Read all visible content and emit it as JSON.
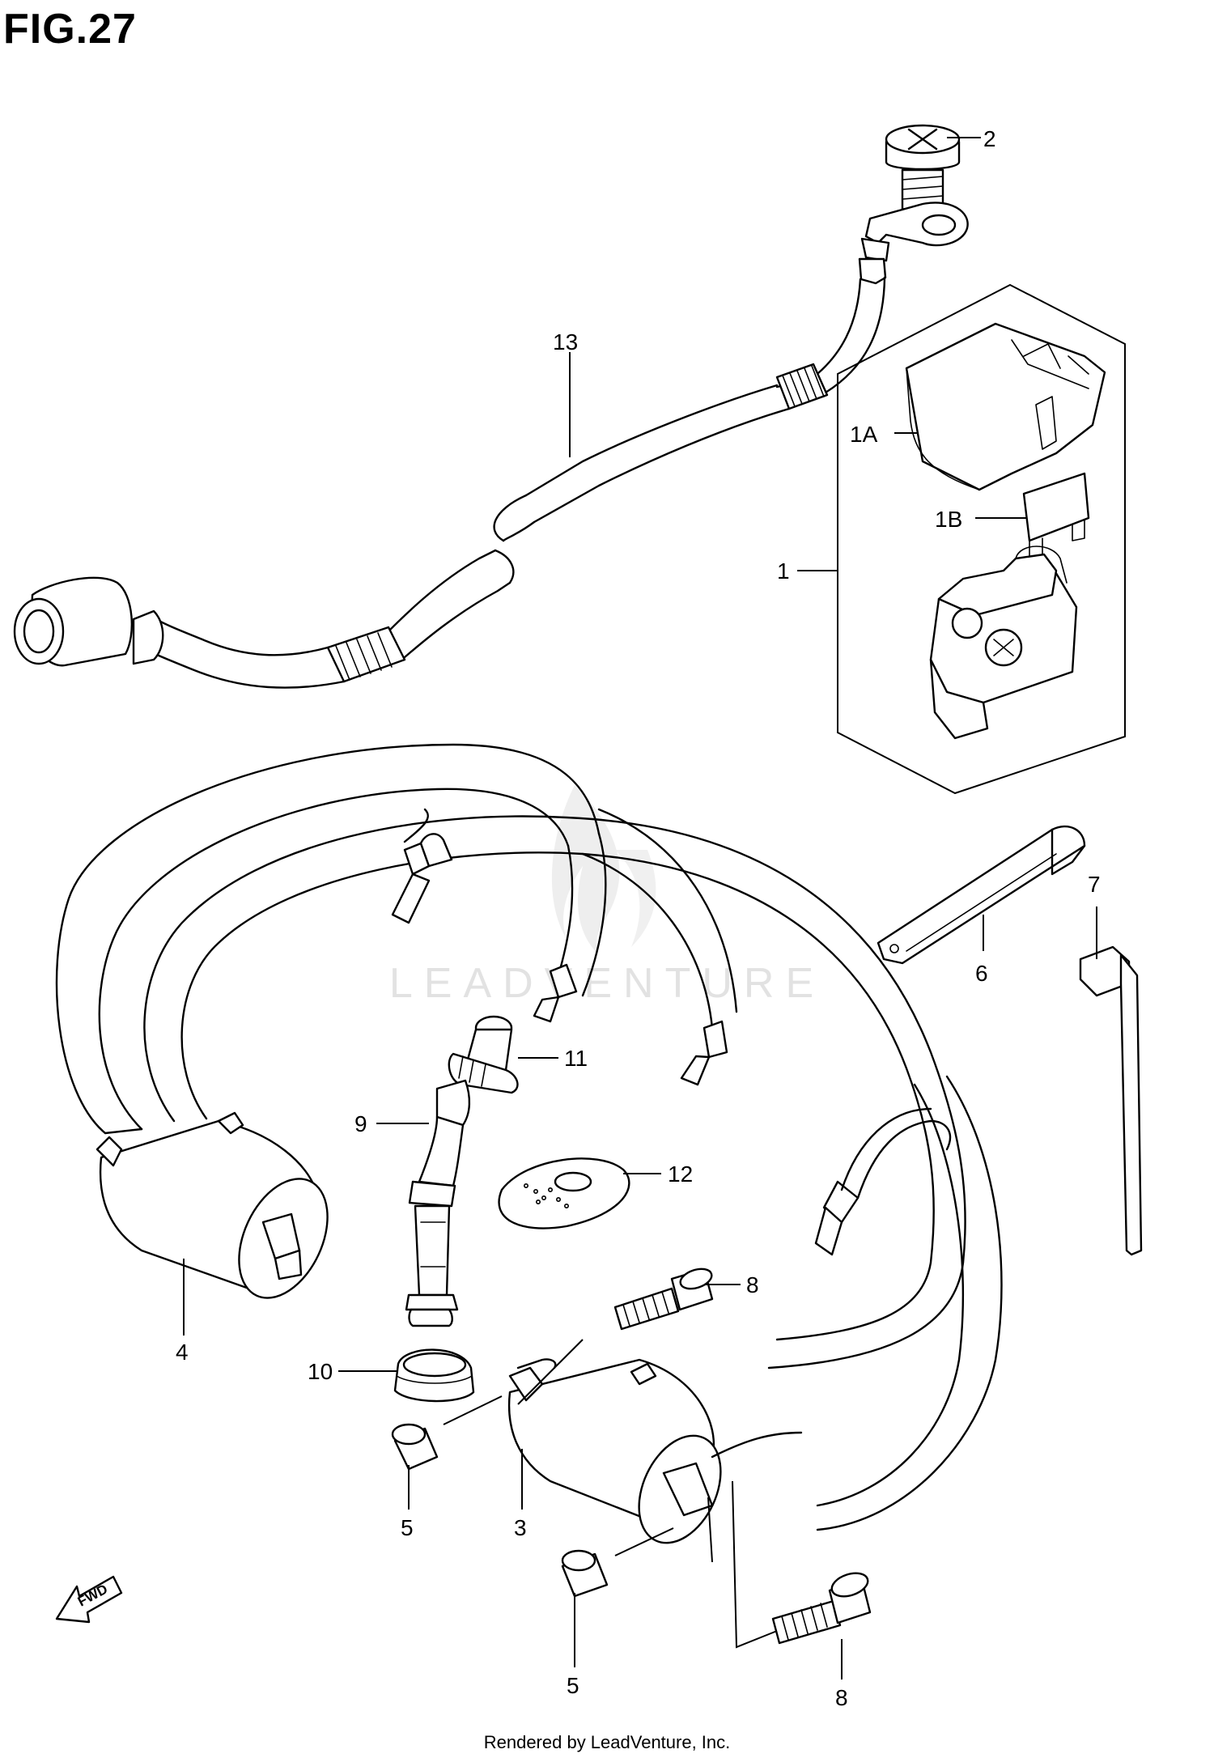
{
  "title": "FIG.27",
  "footer": "Rendered by LeadVenture, Inc.",
  "watermark": "LEADVENTURE",
  "fwd_label": "FWD",
  "callouts": [
    {
      "id": "c2",
      "label": "2"
    },
    {
      "id": "c13",
      "label": "13"
    },
    {
      "id": "c1A",
      "label": "1A"
    },
    {
      "id": "c1B",
      "label": "1B"
    },
    {
      "id": "c1",
      "label": "1"
    },
    {
      "id": "c7",
      "label": "7"
    },
    {
      "id": "c6",
      "label": "6"
    },
    {
      "id": "c11",
      "label": "11"
    },
    {
      "id": "c9",
      "label": "9"
    },
    {
      "id": "c12",
      "label": "12"
    },
    {
      "id": "c8a",
      "label": "8"
    },
    {
      "id": "c4",
      "label": "4"
    },
    {
      "id": "c10",
      "label": "10"
    },
    {
      "id": "c5a",
      "label": "5"
    },
    {
      "id": "c3",
      "label": "3"
    },
    {
      "id": "c5b",
      "label": "5"
    },
    {
      "id": "c8b",
      "label": "8"
    }
  ]
}
